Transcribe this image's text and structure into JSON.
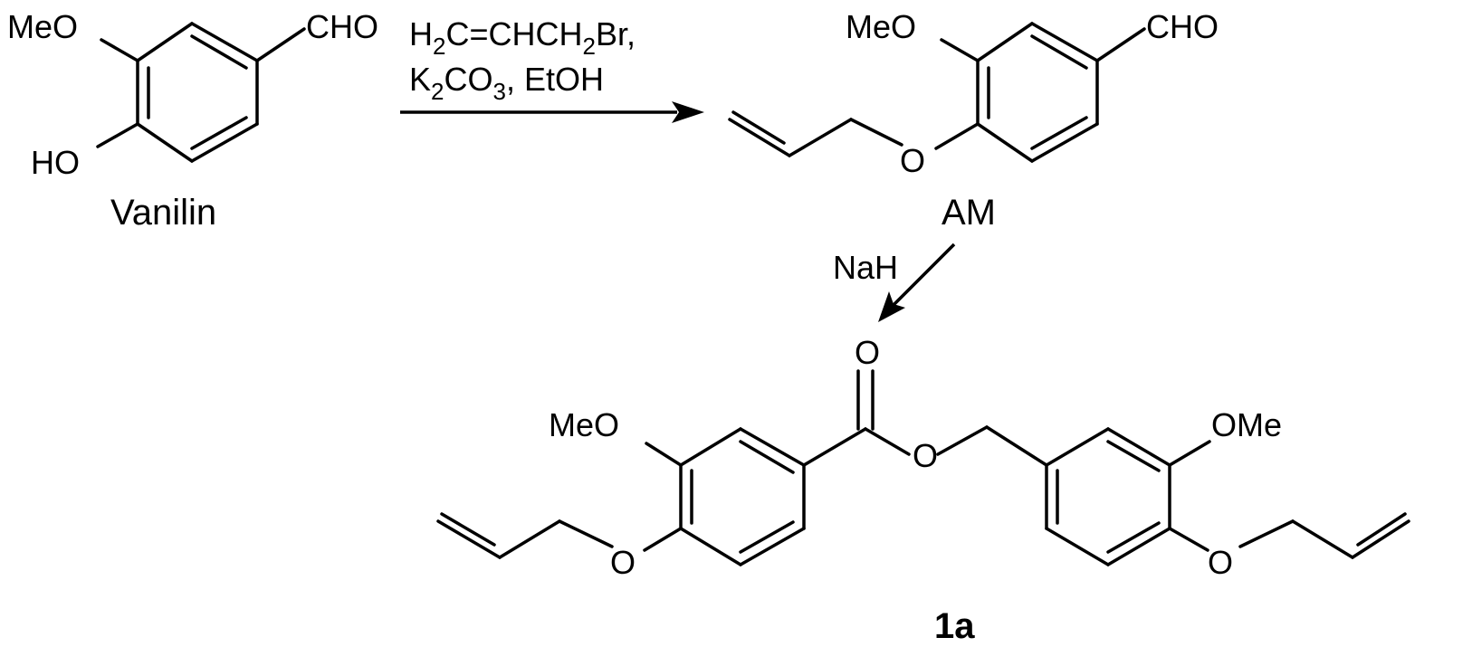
{
  "vanillin": {
    "name": "Vanilin",
    "meo": "MeO",
    "cho": "CHO",
    "ho": "HO"
  },
  "step1": {
    "reagent_line1_a": "H",
    "reagent_line1_sub1": "2",
    "reagent_line1_b": "C=CHCH",
    "reagent_line1_sub2": "2",
    "reagent_line1_c": "Br,",
    "reagent_line2_a": "K",
    "reagent_line2_sub1": "2",
    "reagent_line2_b": "CO",
    "reagent_line2_sub2": "3",
    "reagent_line2_c": ", EtOH"
  },
  "am": {
    "name": "AM",
    "meo": "MeO",
    "cho": "CHO",
    "o": "O"
  },
  "step2": {
    "reagent": "NaH"
  },
  "product": {
    "name": "1a",
    "meo_left": "MeO",
    "ome_right": "OMe",
    "o_carbonyl": "O",
    "o_ester": "O",
    "o_left": "O",
    "o_right": "O"
  }
}
